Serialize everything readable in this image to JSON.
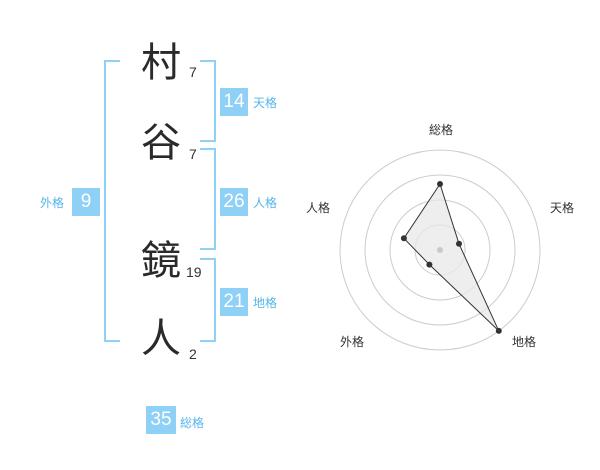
{
  "name": {
    "characters": [
      {
        "char": "村",
        "strokes": "7"
      },
      {
        "char": "谷",
        "strokes": "7"
      },
      {
        "char": "鏡",
        "strokes": "19"
      },
      {
        "char": "人",
        "strokes": "2"
      }
    ]
  },
  "kakusu": {
    "tenkaku": {
      "value": "14",
      "label": "天格"
    },
    "jinkaku": {
      "value": "26",
      "label": "人格"
    },
    "chikaku": {
      "value": "21",
      "label": "地格"
    },
    "gaikaku": {
      "value": "9",
      "label": "外格"
    },
    "soukaku": {
      "value": "35",
      "label": "総格"
    }
  },
  "radar": {
    "axes": [
      "総格",
      "天格",
      "地格",
      "外格",
      "人格"
    ],
    "levels": [
      0.25,
      0.5,
      0.75,
      1.0
    ],
    "values": [
      0.66,
      0.2,
      1.0,
      0.18,
      0.38
    ],
    "colors": {
      "grid": "#cccccc",
      "fill": "#e8e8e8",
      "line": "#333333",
      "point": "#333333",
      "center": "#c8c8c8"
    }
  },
  "colors": {
    "accent": "#8fd0f6",
    "accent_text": "#56b4ec"
  }
}
